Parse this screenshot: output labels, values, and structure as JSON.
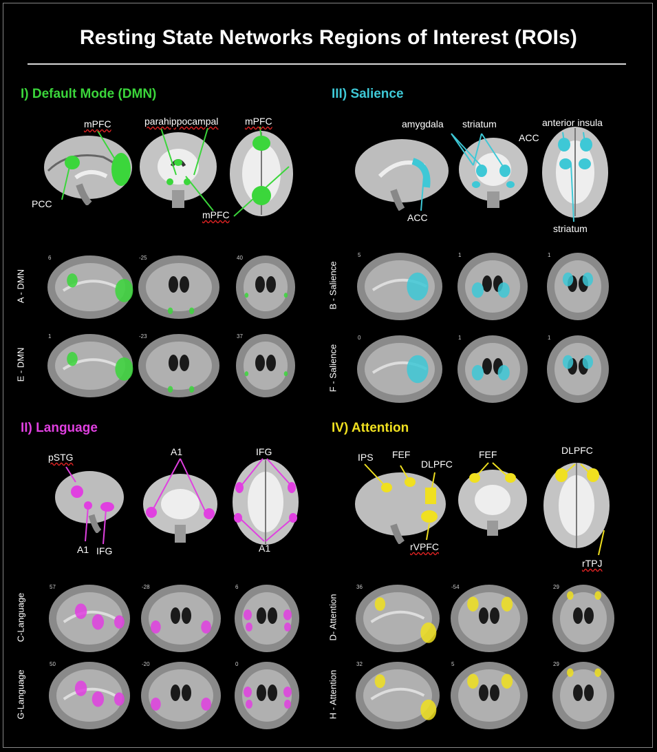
{
  "title": "Resting State Networks Regions of Interest (ROIs)",
  "colors": {
    "dmn": "#3bd63b",
    "salience": "#3ec8d6",
    "language": "#e040e0",
    "attention": "#f0e020",
    "brain_light": "#d9d9d9",
    "brain_dark": "#3a3a3a"
  },
  "sections": {
    "dmn": {
      "heading": "I)  Default Mode (DMN)",
      "labels": [
        "mPFC",
        "parahippocampal",
        "mPFC",
        "PCC",
        "mPFC"
      ],
      "rows": [
        {
          "label": "A - DMN",
          "slices": [
            "6",
            "-25",
            "40"
          ]
        },
        {
          "label": "E - DMN",
          "slices": [
            "1",
            "-23",
            "37"
          ]
        }
      ]
    },
    "salience": {
      "heading": "III)  Salience",
      "labels": [
        "amygdala",
        "striatum",
        "anterior insula",
        "ACC",
        "ACC",
        "striatum"
      ],
      "rows": [
        {
          "label": "B - Salience",
          "slices": [
            "5",
            "1",
            "1"
          ]
        },
        {
          "label": "F - Salience",
          "slices": [
            "0",
            "1",
            "1"
          ]
        }
      ]
    },
    "language": {
      "heading": "II)  Language",
      "labels": [
        "pSTG",
        "A1",
        "IFG",
        "A1",
        "IFG",
        "A1"
      ],
      "rows": [
        {
          "label": "C-Language",
          "slices": [
            "57",
            "-28",
            "6"
          ]
        },
        {
          "label": "G-Language",
          "slices": [
            "50",
            "-20",
            "0"
          ]
        }
      ]
    },
    "attention": {
      "heading": "IV)  Attention",
      "labels": [
        "IPS",
        "FEF",
        "DLPFC",
        "FEF",
        "DLPFC",
        "rVPFC",
        "rTPJ"
      ],
      "rows": [
        {
          "label": "D- Attention",
          "slices": [
            "36",
            "-54",
            "29"
          ]
        },
        {
          "label": "H - Attention",
          "slices": [
            "32",
            "5",
            "29"
          ]
        }
      ]
    }
  }
}
